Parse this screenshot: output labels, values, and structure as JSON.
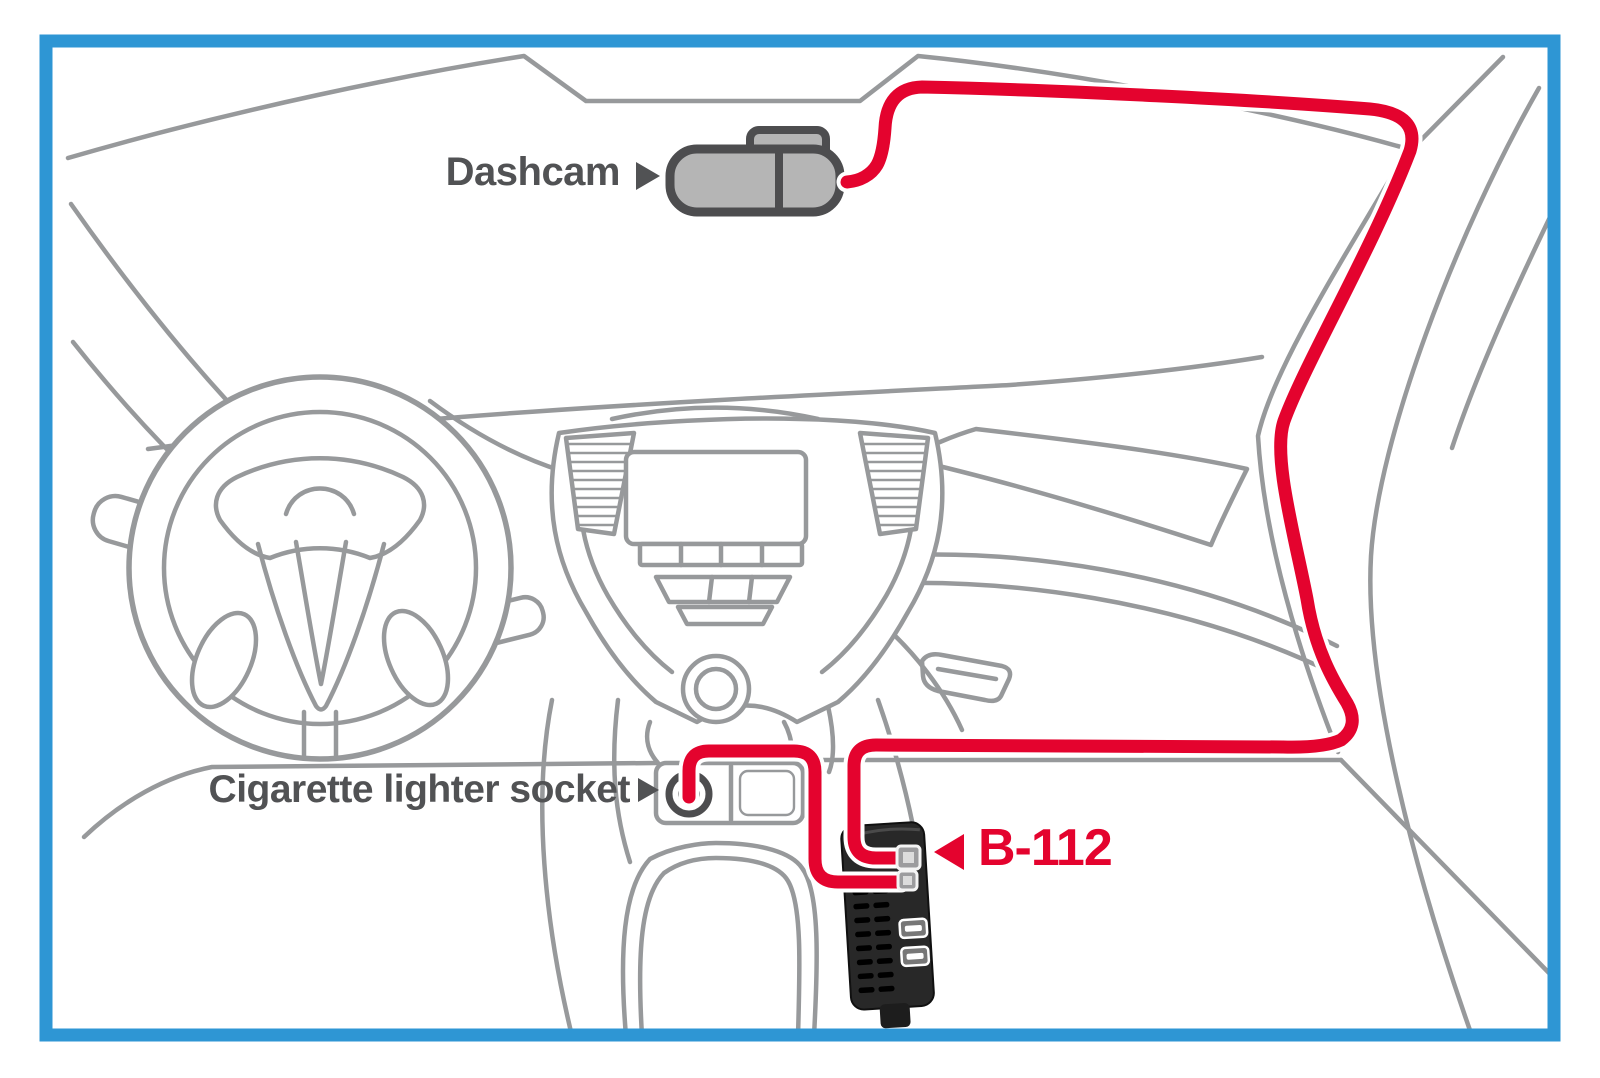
{
  "diagram": {
    "type": "dashcam-battery-pack-installation",
    "scene": "car interior front view with windshield, steering wheel, dashboard and center console line art"
  },
  "labels": {
    "dashcam": "Dashcam",
    "cigarette_socket": "Cigarette lighter socket",
    "battery_pack": "B-112"
  },
  "connections": [
    {
      "from": "Dashcam",
      "to": "B-112 upper port",
      "via": "red cable routed along windshield top edge and down right A-pillar"
    },
    {
      "from": "Cigarette lighter socket",
      "to": "B-112 lower port",
      "via": "red cable along center console"
    }
  ],
  "icons": [
    "arrow-right-icon",
    "arrow-left-icon",
    "dashcam-icon",
    "cigarette-socket-icon",
    "battery-pack-icon",
    "usb-port-icon",
    "vent-grille-icon"
  ],
  "colors": {
    "frame_blue": "#2e96d4",
    "cable_red": "#e4032e",
    "line_gray": "#97999b",
    "text_gray": "#515254",
    "device_gray": "#b5b5b5",
    "device_outline": "#4d4d4f",
    "battery_body": "#282828"
  }
}
